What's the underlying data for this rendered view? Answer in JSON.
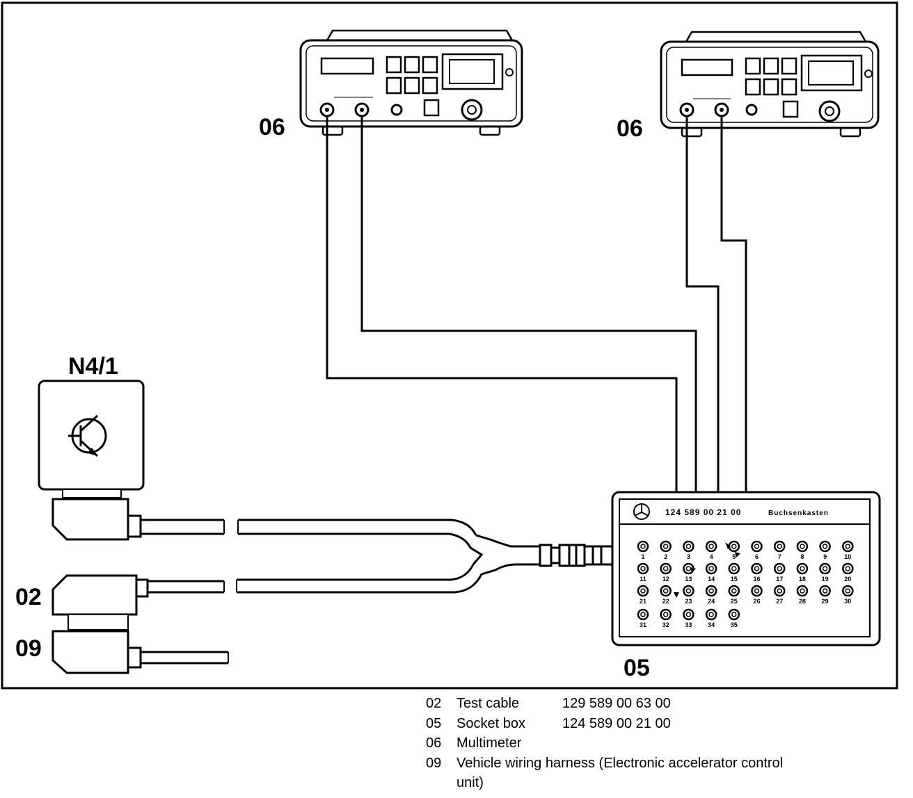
{
  "labels": {
    "meter_left": "06",
    "meter_right": "06",
    "component": "N4/1",
    "test_cable": "02",
    "harness": "09",
    "socket_box": "05"
  },
  "socket_box": {
    "part_number": "124 589 00 21 00",
    "name": "Buchsenkasten",
    "sockets": [
      "1",
      "2",
      "3",
      "4",
      "5",
      "6",
      "7",
      "8",
      "9",
      "10",
      "11",
      "12",
      "13",
      "14",
      "15",
      "16",
      "17",
      "18",
      "19",
      "20",
      "21",
      "22",
      "23",
      "24",
      "25",
      "26",
      "27",
      "28",
      "29",
      "30",
      "31",
      "32",
      "33",
      "34",
      "35"
    ]
  },
  "legend": [
    {
      "code": "02",
      "desc": "Test cable",
      "part": "129 589 00 63 00"
    },
    {
      "code": "05",
      "desc": "Socket box",
      "part": "124 589 00 21 00"
    },
    {
      "code": "06",
      "desc": "Multimeter",
      "part": ""
    },
    {
      "code": "09",
      "desc": "Vehicle wiring harness (Electronic accelerator control unit)",
      "part": ""
    }
  ]
}
